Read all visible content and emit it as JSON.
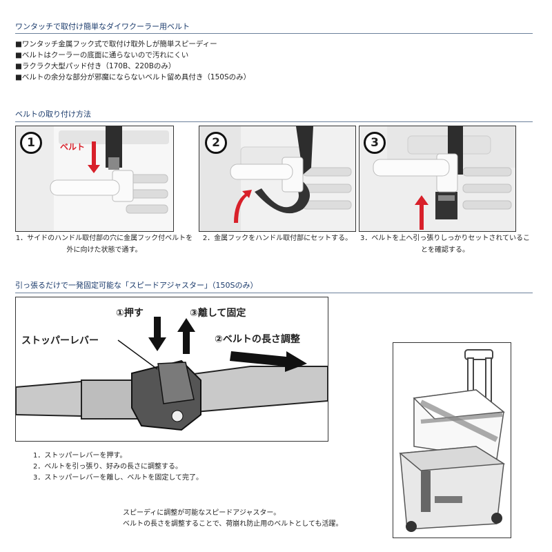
{
  "section1": {
    "title": "ワンタッチで取付け簡単なダイワクーラー用ベルト",
    "features": [
      "■ワンタッチ金属フック式で取付け取外しが簡単スピーディー",
      "■ベルトはクーラーの底面に通らないので汚れにくい",
      "■ラクラク大型パッド付き（170B、220Bのみ）",
      "■ベルトの余分な部分が邪魔にならないベルト留め具付き（150Sのみ）"
    ]
  },
  "section2": {
    "title": "ベルトの取り付け方法",
    "steps": [
      {
        "badge": "1",
        "callout": "ベルト",
        "caption": "1．サイドのハンドル取付部の穴に金属フック付ベルトを外に向けた状態で通す。"
      },
      {
        "badge": "2",
        "caption": "2．金属フックをハンドル取付部にセットする。"
      },
      {
        "badge": "3",
        "caption": "3．ベルトを上へ引っ張りしっかりセットされていることを確認する。"
      }
    ]
  },
  "section3": {
    "title": "引っ張るだけで一発固定可能な「スピードアジャスター」（150Sのみ）",
    "diagram_labels": {
      "push": "①押す",
      "release": "③離して固定",
      "adjust": "②ベルトの長さ調整",
      "lever": "ストッパーレバー"
    },
    "instructions": [
      "1．ストッパーレバーを押す。",
      "2．ベルトを引っ張り、好みの長さに調整する。",
      "3．ストッパーレバーを離し、ベルトを固定して完了。"
    ],
    "note": [
      "スピーディに調整が可能なスピードアジャスター。",
      "ベルトの長さを調整することで、荷崩れ防止用のベルトとしても活躍。"
    ]
  },
  "colors": {
    "heading": "#1a3a6b",
    "arrow_red": "#d8202a",
    "belt": "#2d2d2d",
    "diagram_bg": "#cfcfcf"
  }
}
